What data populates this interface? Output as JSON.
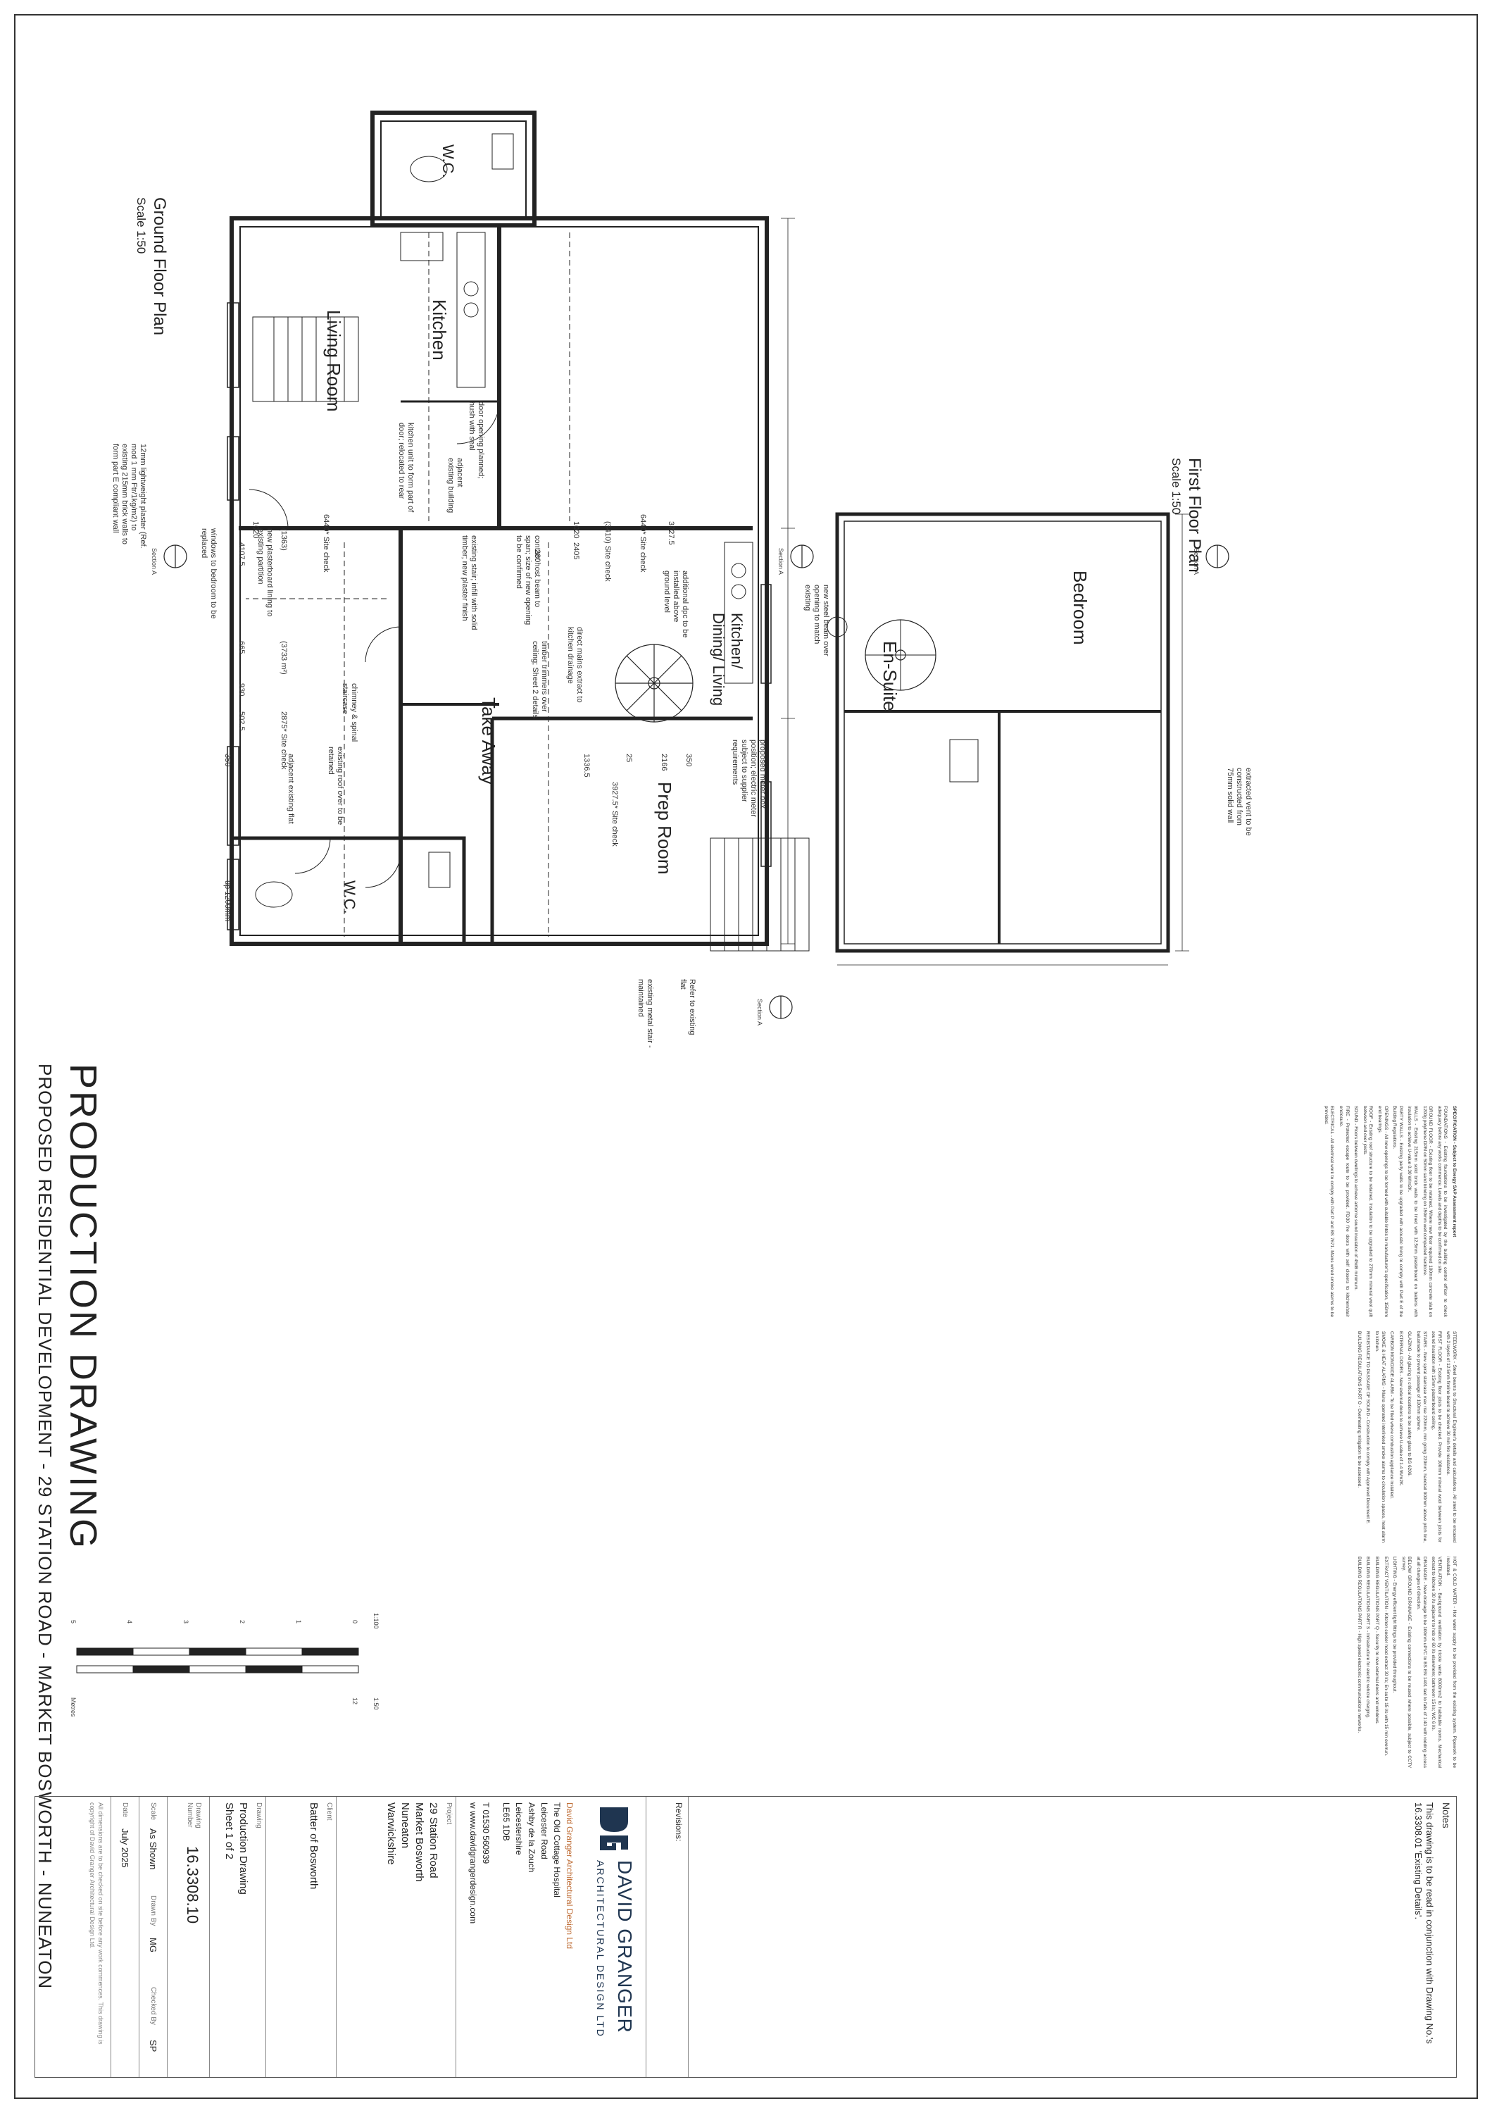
{
  "plans": {
    "ground": {
      "title": "Ground Floor Plan",
      "scale": "Scale 1:50"
    },
    "first": {
      "title": "First Floor Plan",
      "scale": "Scale 1:50"
    }
  },
  "rooms": {
    "wc_upper": "W.C.",
    "kitchen": "Kitchen",
    "living_room": "Living Room",
    "kitchen_dining_living": "Kitchen/ Dining/ Living",
    "take_away": "Take Away",
    "prep_room": "Prep Room",
    "wc_lower": "W.C.",
    "bedroom": "Bedroom",
    "en_suite": "En-Suite"
  },
  "notes_on_plan": {
    "n1": "door opening planned; hush with seal",
    "n2": "kitchen unit to form part of door; relocated to rear",
    "n3": "contact host beam to span; size of new opening to be confirmed",
    "n4": "existing stair; infill with solid timber; new plaster finish",
    "n5": "direct mains extract to kitchen drainage",
    "n6": "timber trimmers over ceiling; Sheet 2 details",
    "n7": "proposed meter box position; electric meter subject to supplier requirements",
    "n8": "additional dpc to be installed above ground level",
    "n9": "new steel beam over opening to match existing",
    "n10": "adjacent existing building",
    "n11": "12mm lightweight plaster (Ref. mod 1 mm Ftr/1kg/m2) to existing 215mm brick walls to form part E compliant wall",
    "n12": "new plasterboard lining to existing partition",
    "n13": "windows to bedroom to be replaced",
    "n14": "existing roof over to be retained",
    "n15": "chimney & spinal staircase",
    "n16": "extracted vent to be constructed from 75mm solid wall",
    "n17": "adjacent existing flat",
    "n18": "Refer to existing flat",
    "n19": "existing metal stair - maintained"
  },
  "dimensions": {
    "d1": "6440* Site check",
    "d2": "1020",
    "d3": "(3410) Site check",
    "d4": "2405",
    "d5": "3727.5",
    "d6": "280",
    "d7": "1336.5",
    "d8": "25",
    "d9": "2166",
    "d10": "350",
    "d11": "3927.5* Site check",
    "d12": "6440* Site check",
    "d13": "1020",
    "d14": "(1363)",
    "d15": "4107.5",
    "d16": "665",
    "d17": "(3733 m²)",
    "d18": "930",
    "d19": "502.5",
    "d20": "2875* Site check",
    "d21": "350",
    "d22": "up 1200mm"
  },
  "sections": [
    "Section A",
    "Section A",
    "Section A",
    "Section A"
  ],
  "production": {
    "title": "PRODUCTION DRAWING",
    "subtitle": "PROPOSED RESIDENTIAL DEVELOPMENT - 29 STATION ROAD - MARKET BOSWORTH - NUNEATON"
  },
  "scale_bar": {
    "ratio1": "1:100",
    "ratio2": "1:50",
    "ticks": [
      "0",
      "1",
      "2",
      "3",
      "4",
      "5"
    ],
    "unit": "Metres",
    "top_val": "12"
  },
  "spec": {
    "heading": "SPECIFICATION - Subject to Energy SAP Assessment report",
    "col1": [
      "FOUNDATIONS - Existing foundations to be investigated by the building control officer to check adequacy before any works commence. Levels and depths to be confirmed on site.",
      "GROUND FLOOR - Existing floor to be retained. Where new floor required 100mm concrete slab on 1200g polythene DPM on 50mm sand blinding on 150mm well compacted hardcore.",
      "WALLS - Existing 215mm solid brick walls to be lined with 12.5mm plasterboard on battens with insulation to achieve U-value 0.30 W/m2K.",
      "PARTY WALLS - Existing party walls to be upgraded with acoustic lining to comply with Part E of the Building Regulations.",
      "OPENINGS - All new openings to be formed with suitable lintels to manufacturer's specification, 150mm end bearings.",
      "ROOF - Existing roof structure to be retained. Insulation to be upgraded to 270mm mineral wool quilt between and over joists.",
      "SOUND - Floors between dwellings to achieve airborne sound insulation of 45dB minimum.",
      "FIRE - Protected escape route to be provided. FD30 fire doors with self closers to kitchen/stair enclosure.",
      "ELECTRICAL - All electrical work to comply with Part P and BS 7671. Mains wired smoke alarms to be provided."
    ],
    "col2": [
      "STEELWORK - Steel beams to Structural Engineer's details and calculations. All steel to be encased with 2 layers of 12.5mm fireline board to achieve 30 min fire resistance.",
      "FIRST FLOOR - Existing floor joists to be checked. Provide 100mm mineral wool between joists for sound insulation with 15mm plasterboard ceiling.",
      "STAIRS - New spiral staircase max rise 220mm, min going 220mm, handrail 900mm above pitch line, balustrade to prevent passage of 100mm sphere.",
      "GLAZING - All glazing in critical locations to be safety glass to BS 6206.",
      "EXTERNAL DOORS - New external doors to achieve U-value of 1.4 W/m2K.",
      "CARBON MONOXIDE ALARM - To be fitted where combustion appliance installed.",
      "SMOKE & HEAT ALARMS - Mains operated interlinked smoke alarms to circulation spaces, heat alarm to kitchen.",
      "RESISTANCE TO PASSAGE OF SOUND - Construction to comply with Approved Document E.",
      "BUILDING REGULATIONS PART O - Overheating mitigation to be assessed."
    ],
    "col3": [
      "HOT & COLD WATER - Hot water supply to be provided from the existing system. Pipework to be insulated.",
      "VENTILATION - Background ventilation by trickle vents 8000mm2 to habitable rooms. Mechanical extract to kitchen 30 l/s adjacent to hob or 60 l/s elsewhere; bathroom 15 l/s; WC 6 l/s.",
      "DRAINAGE - New drainage to be 100mm uPVC to BS EN 1401 laid to falls of 1:40 with rodding access at all changes of direction.",
      "BELOW GROUND DRAINAGE - Existing connections to be reused where possible, subject to CCTV survey.",
      "LIGHTING - Energy efficient light fittings to be provided throughout.",
      "EXTRACT VENTILATION - Kitchen cooker hood extract 30 l/s; En-suite 15 l/s with 15 min overrun.",
      "BUILDING REGULATIONS PART Q - Security to new external doors and windows.",
      "BUILDING REGULATIONS PART S - Infrastructure for electric vehicle charging.",
      "BUILDING REGULATIONS PART R - High speed electronic communications networks."
    ]
  },
  "titleblock": {
    "notes_head": "Notes",
    "notes_text": "This drawing is to be read in conjunction with Drawing No.'s 16.3308.01 'Existing Details'.",
    "revisions_label": "Revisions:",
    "company": "DAVID GRANGER",
    "company_sub": "ARCHITECTURAL DESIGN LTD",
    "address": [
      "David Granger Architectural Design Ltd",
      "The Old Cottage Hospital",
      "Leicester Road",
      "Ashby de la Zouch",
      "Leicestershire",
      "LE65 1DB"
    ],
    "tel": "T 01530 560939",
    "web": "w www.davidgrangerdesign.com",
    "project_label": "Project",
    "project": [
      "29 Station Road",
      "Market Bosworth",
      "Nuneaton",
      "Warwickshire"
    ],
    "client_label": "Client",
    "client": "Batter of Bosworth",
    "drawing_label": "Drawing",
    "drawing": [
      "Production Drawing",
      "Sheet 1 of 2"
    ],
    "drawing_no_label": "Drawing Number",
    "drawing_no": "16.3308.10",
    "scale_label": "Scale",
    "scale": "As Shown",
    "drawn_label": "Drawn By",
    "drawn": "MG",
    "checked_label": "Checked By",
    "checked": "SP",
    "date_label": "Date",
    "date": "July 2025",
    "copyright": "All dimensions are to be checked on site before any work commences. This drawing is copyright of David Granger Architectural Design Ltd."
  }
}
